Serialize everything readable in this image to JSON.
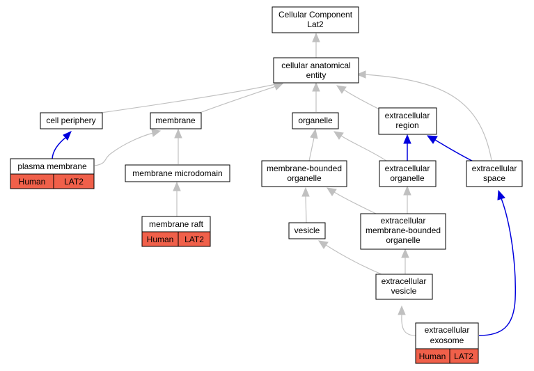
{
  "nodes": {
    "root": {
      "lines": [
        "Cellular Component",
        "Lat2"
      ]
    },
    "cae": {
      "lines": [
        "cellular anatomical",
        "entity"
      ]
    },
    "periphery": {
      "lines": [
        "cell periphery"
      ]
    },
    "membrane": {
      "lines": [
        "membrane"
      ]
    },
    "organelle": {
      "lines": [
        "organelle"
      ]
    },
    "ecregion": {
      "lines": [
        "extracellular",
        "region"
      ]
    },
    "plasma": {
      "lines": [
        "plasma membrane"
      ],
      "species": "Human",
      "gene": "LAT2"
    },
    "microdomain": {
      "lines": [
        "membrane microdomain"
      ]
    },
    "mbo": {
      "lines": [
        "membrane-bounded",
        "organelle"
      ]
    },
    "ecorg": {
      "lines": [
        "extracellular",
        "organelle"
      ]
    },
    "ecspace": {
      "lines": [
        "extracellular",
        "space"
      ]
    },
    "raft": {
      "lines": [
        "membrane raft"
      ],
      "species": "Human",
      "gene": "LAT2"
    },
    "vesicle": {
      "lines": [
        "vesicle"
      ]
    },
    "ecmbo": {
      "lines": [
        "extracellular",
        "membrane-bounded",
        "organelle"
      ]
    },
    "ecvesicle": {
      "lines": [
        "extracellular",
        "vesicle"
      ]
    },
    "exosome": {
      "lines": [
        "extracellular",
        "exosome"
      ],
      "species": "Human",
      "gene": "LAT2"
    }
  },
  "colors": {
    "edge_is_a": "#c0c0c0",
    "edge_part_of": "#0000dd",
    "annotation_fill": "#f0604a",
    "node_fill": "#ffffff"
  }
}
